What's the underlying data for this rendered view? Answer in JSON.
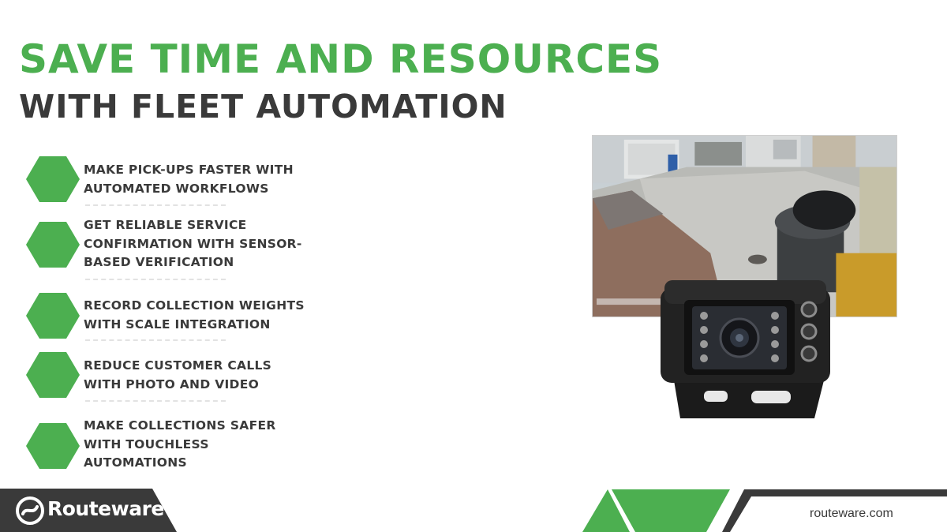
{
  "headline": {
    "line1": "SAVE TIME AND RESOURCES",
    "line2": "WITH FLEET AUTOMATION"
  },
  "features": [
    {
      "text": "MAKE PICK-UPS FASTER WITH AUTOMATED WORKFLOWS"
    },
    {
      "text": "GET RELIABLE SERVICE CONFIRMATION WITH SENSOR-BASED VERIFICATION"
    },
    {
      "text": "RECORD COLLECTION WEIGHTS WITH SCALE INTEGRATION"
    },
    {
      "text": "REDUCE CUSTOMER CALLS WITH PHOTO AND VIDEO"
    },
    {
      "text": "MAKE COLLECTIONS SAFER WITH TOUCHLESS AUTOMATIONS"
    }
  ],
  "brand": {
    "name": "Routeware",
    "url": "routeware.com"
  },
  "colors": {
    "accent_green": "#4caf50",
    "dark_gray": "#3a3a3a"
  },
  "icons": {
    "bullet": "hexagon-bullet-icon",
    "logo": "routeware-logo-icon"
  }
}
